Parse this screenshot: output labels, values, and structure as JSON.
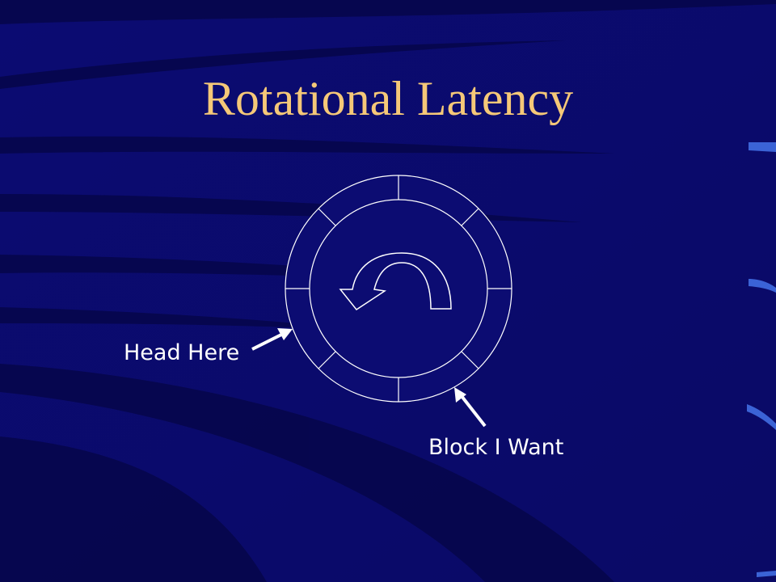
{
  "slide": {
    "title": "Rotational Latency",
    "colors": {
      "background": "#0a0a6e",
      "title": "#f5c878",
      "label": "#ffffff",
      "disk_fill": "#0c0c72",
      "disk_stroke": "#ffffff"
    }
  },
  "diagram": {
    "sectors": 8,
    "head_label": "Head Here",
    "block_label": "Block I Want",
    "rotation_icon": "curved-arrow-icon"
  }
}
